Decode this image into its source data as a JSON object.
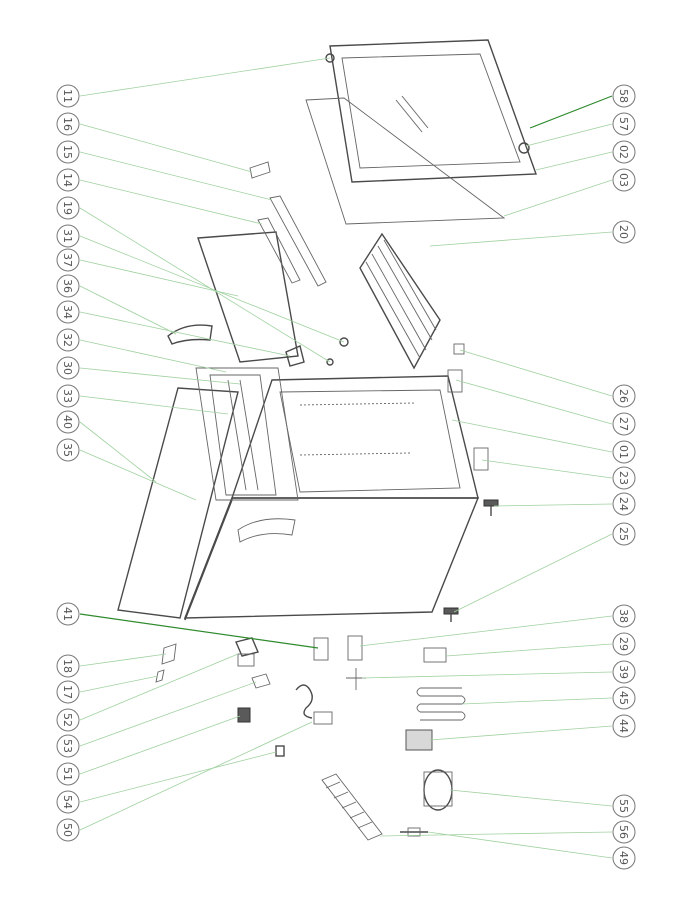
{
  "diagram": {
    "left_callouts": [
      "11",
      "16",
      "15",
      "14",
      "19",
      "31",
      "37",
      "36",
      "34",
      "32",
      "30",
      "33",
      "40",
      "35",
      "41",
      "18",
      "17",
      "52",
      "53",
      "51",
      "54",
      "50"
    ],
    "right_callouts": [
      "58",
      "57",
      "02",
      "03",
      "20",
      "26",
      "27",
      "01",
      "23",
      "24",
      "25",
      "38",
      "29",
      "39",
      "45",
      "44",
      "55",
      "56",
      "49"
    ],
    "colors": {
      "leader": "#9fd19f",
      "leader_accent": "#2e8b2e",
      "line": "#4a4a4a",
      "callout_ring": "#777777"
    }
  }
}
